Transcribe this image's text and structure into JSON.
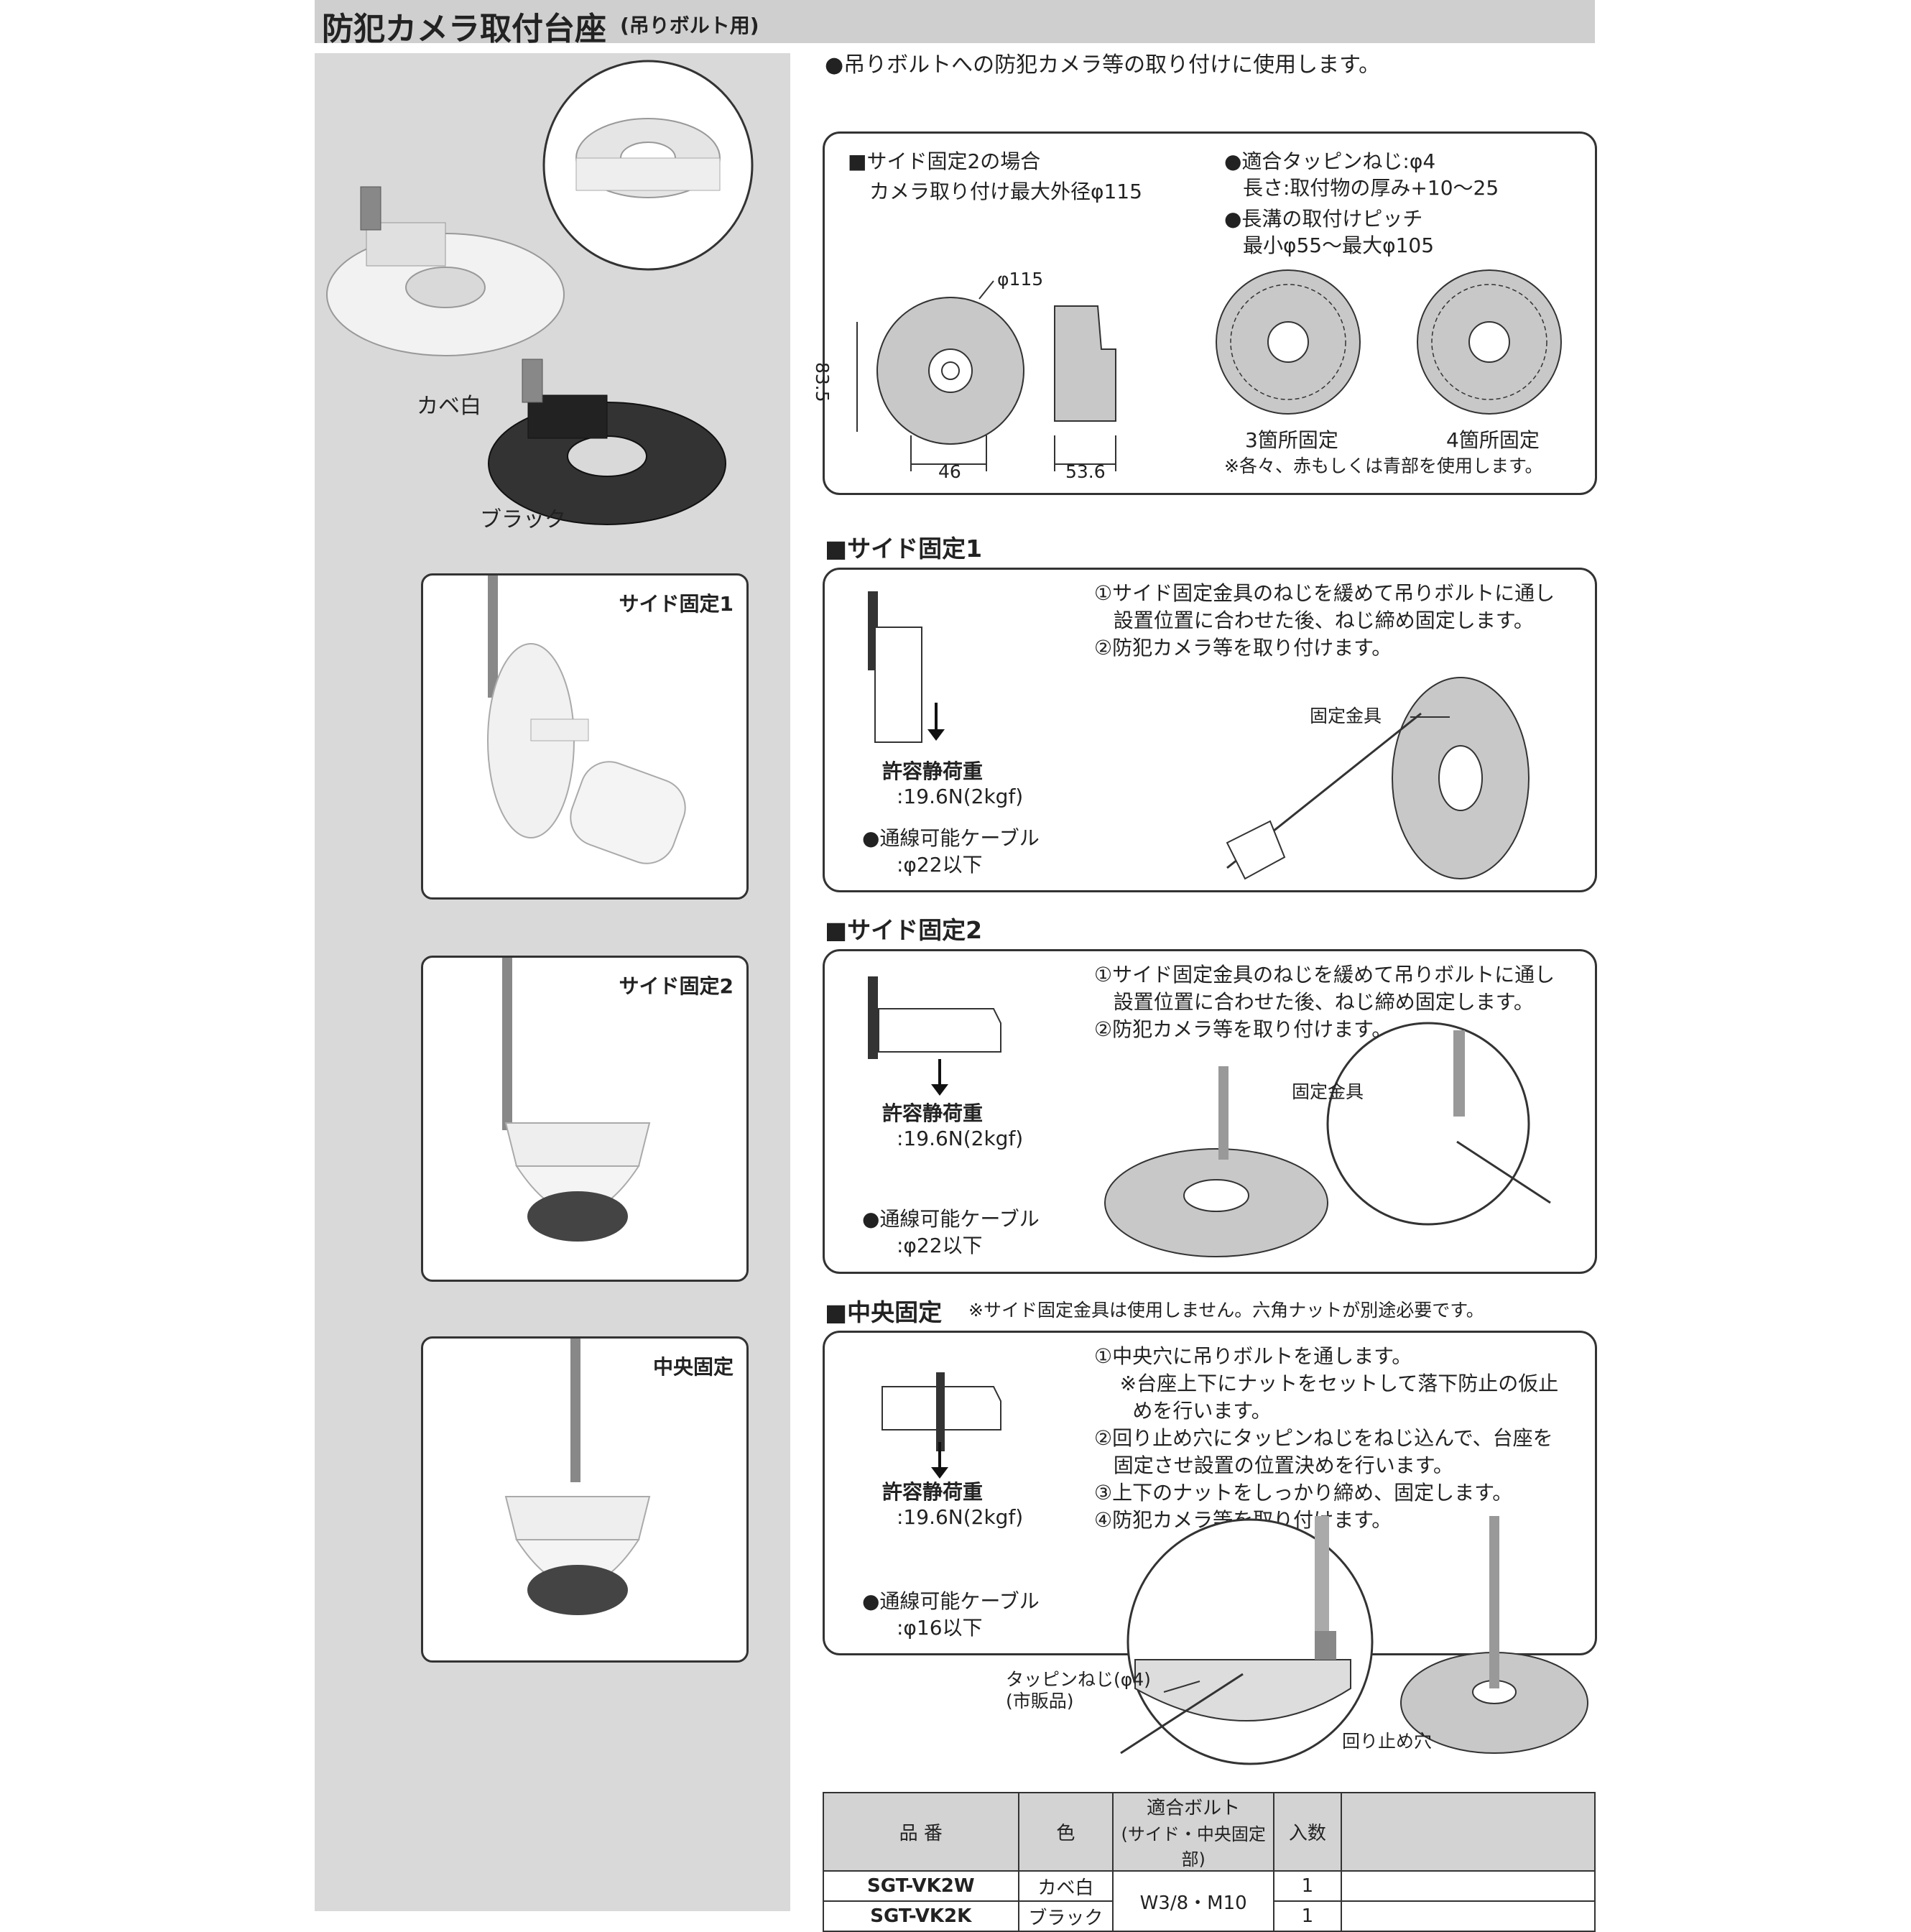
{
  "header": {
    "title": "防犯カメラ取付台座",
    "subtitle": "(吊りボルト用)"
  },
  "intro": "●吊りボルトへの防犯カメラ等の取り付けに使用します。",
  "product_photos": {
    "white_label": "カベ白",
    "black_label": "ブラック"
  },
  "left_photos": [
    {
      "label": "サイド固定1"
    },
    {
      "label": "サイド固定2"
    },
    {
      "label": "中央固定"
    }
  ],
  "spec_box": {
    "case_title": "■サイド固定2の場合",
    "case_text": "カメラ取り付け最大外径φ115",
    "screw_title": "●適合タッピンねじ:φ4",
    "screw_len": "長さ:取付物の厚み+10〜25",
    "pitch_title": "●長溝の取付けピッチ",
    "pitch_range": "最小φ55〜最大φ105",
    "dim_diam": "φ115",
    "dim_height": "83.5",
    "dim_width": "46",
    "dim_depth": "53.6",
    "fix3": "3箇所固定",
    "fix4": "4箇所固定",
    "note": "※各々、赤もしくは青部を使用します。"
  },
  "sections": [
    {
      "title": "■サイド固定1",
      "note": "",
      "steps": [
        "①サイド固定金具のねじを緩めて吊りボルトに通し",
        "   設置位置に合わせた後、ねじ締め固定します。",
        "②防犯カメラ等を取り付けます。"
      ],
      "load_label": "許容静荷重",
      "load_value": ":19.6N(2kgf)",
      "cable_label": "●通線可能ケーブル",
      "cable_value": ":φ22以下",
      "callout": "固定金具"
    },
    {
      "title": "■サイド固定2",
      "note": "",
      "steps": [
        "①サイド固定金具のねじを緩めて吊りボルトに通し",
        "   設置位置に合わせた後、ねじ締め固定します。",
        "②防犯カメラ等を取り付けます。"
      ],
      "load_label": "許容静荷重",
      "load_value": ":19.6N(2kgf)",
      "cable_label": "●通線可能ケーブル",
      "cable_value": ":φ22以下",
      "callout": "固定金具"
    },
    {
      "title": "■中央固定",
      "note": "※サイド固定金具は使用しません。六角ナットが別途必要です。",
      "steps": [
        "①中央穴に吊りボルトを通します。",
        "    ※台座上下にナットをセットして落下防止の仮止",
        "      めを行います。",
        "②回り止め穴にタッピンねじをねじ込んで、台座を",
        "   固定させ設置の位置決めを行います。",
        "③上下のナットをしっかり締め、固定します。",
        "④防犯カメラ等を取り付けます。"
      ],
      "load_label": "許容静荷重",
      "load_value": ":19.6N(2kgf)",
      "cable_label": "●通線可能ケーブル",
      "cable_value": ":φ16以下",
      "callout_screw": "タッピンねじ(φ4)",
      "callout_screw2": "(市販品)",
      "callout_hole": "回り止め穴"
    }
  ],
  "table": {
    "headers": [
      "品 番",
      "色",
      "適合ボルト",
      "(サイド・中央固定部)",
      "入数"
    ],
    "rows": [
      {
        "part": "SGT-VK2W",
        "color": "カベ白",
        "qty": "1"
      },
      {
        "part": "SGT-VK2K",
        "color": "ブラック",
        "qty": "1"
      }
    ],
    "bolt": "W3/8・M10"
  }
}
